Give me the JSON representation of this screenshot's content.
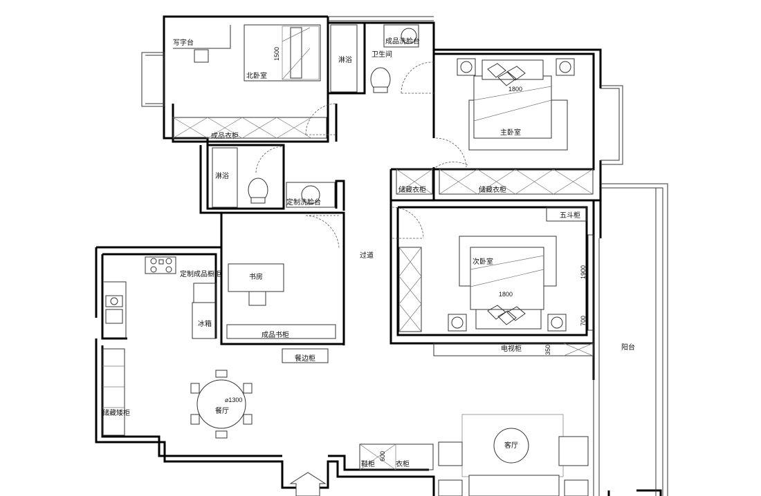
{
  "rooms": {
    "desk": "写字台",
    "north_bedroom": "北卧室",
    "north_wardrobe": "成品衣柜",
    "bath1_shower": "淋浴",
    "bath1_name": "卫生间",
    "bath1_basin": "成品洗脸台",
    "master_bedroom": "主卧室",
    "storage_wardrobe_a": "储藏衣柜",
    "storage_wardrobe_b": "储藏衣柜",
    "bath2_shower": "淋浴",
    "bath2_basin": "定制洗脸台",
    "corridor": "过道",
    "five_drawer": "五斗柜",
    "second_bedroom": "次卧室",
    "kitchen_cabinet": "定制成品橱柜",
    "fridge": "冰箱",
    "study": "书房",
    "bookcase": "成品书柜",
    "sideboard": "餐边柜",
    "tv_cabinet": "电视柜",
    "balcony": "阳台",
    "storage_cabinet": "储藏矮柜",
    "dining": "餐厅",
    "living": "客厅",
    "shoe_cabinet": "鞋柜",
    "coat_cabinet": "衣柜"
  },
  "dims": {
    "north_bed": "1500",
    "master_bed": "1800",
    "second_bed": "1800",
    "second_h1": "1900",
    "second_h2": "700",
    "tv_depth": "350",
    "shoe_depth": "600",
    "table_diam": "⌀1300"
  }
}
